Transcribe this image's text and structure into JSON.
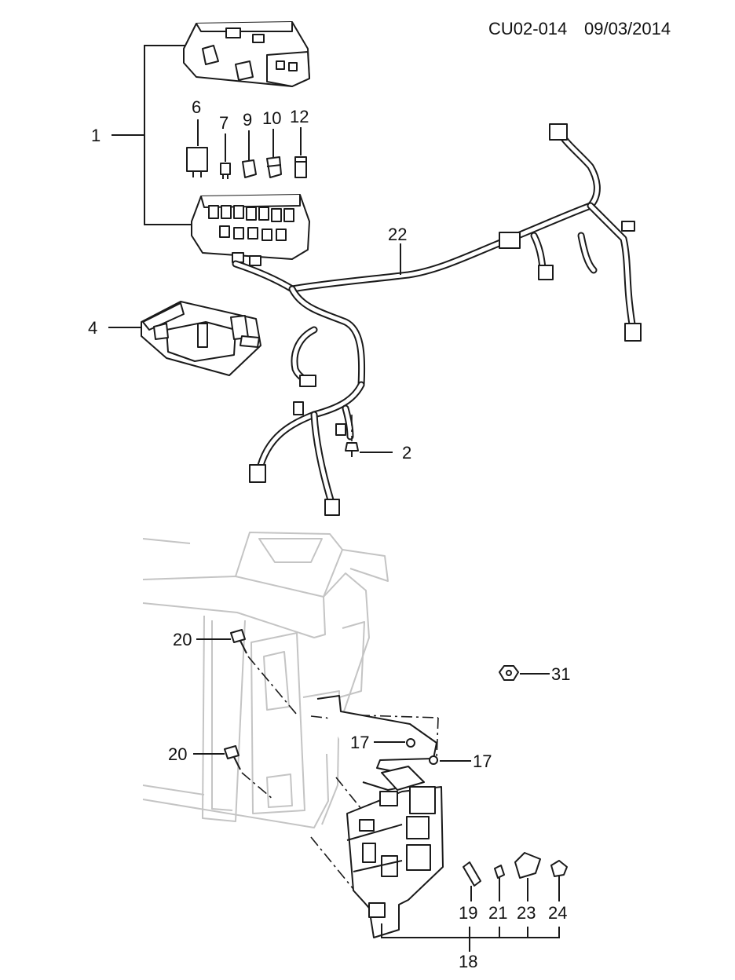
{
  "header": {
    "code": "CU02-014",
    "date": "09/03/2014"
  },
  "callouts": {
    "c1": "1",
    "c2": "2",
    "c4": "4",
    "c6": "6",
    "c7": "7",
    "c9": "9",
    "c10": "10",
    "c12": "12",
    "c22": "22",
    "c20a": "20",
    "c20b": "20",
    "c31": "31",
    "c17a": "17",
    "c17b": "17",
    "c19": "19",
    "c21": "21",
    "c23": "23",
    "c24": "24",
    "c18": "18"
  }
}
